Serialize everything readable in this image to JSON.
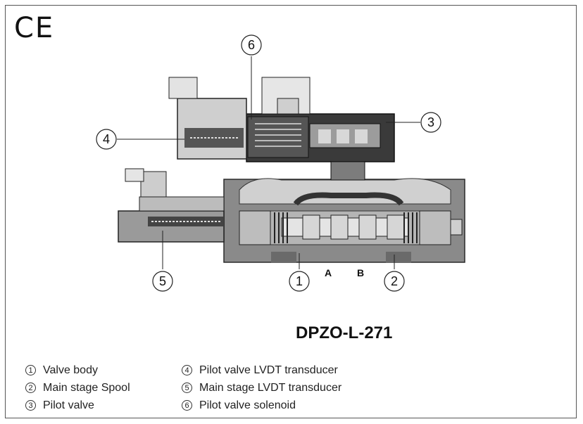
{
  "ce_mark": "CE",
  "model": "DPZO-L-271",
  "ports": {
    "a": "A",
    "b": "B"
  },
  "callouts": [
    "1",
    "2",
    "3",
    "4",
    "5",
    "6"
  ],
  "legend": {
    "left": [
      {
        "num": "1",
        "text": "Valve body"
      },
      {
        "num": "2",
        "text": "Main stage Spool"
      },
      {
        "num": "3",
        "text": "Pilot valve"
      }
    ],
    "right": [
      {
        "num": "4",
        "text": "Pilot valve LVDT transducer"
      },
      {
        "num": "5",
        "text": "Main stage LVDT transducer"
      },
      {
        "num": "6",
        "text": "Pilot valve solenoid"
      }
    ]
  },
  "colors": {
    "body": "#8a8a8a",
    "dark": "#3a3a3a",
    "light": "#c8c8c8",
    "frame": "#555555"
  }
}
